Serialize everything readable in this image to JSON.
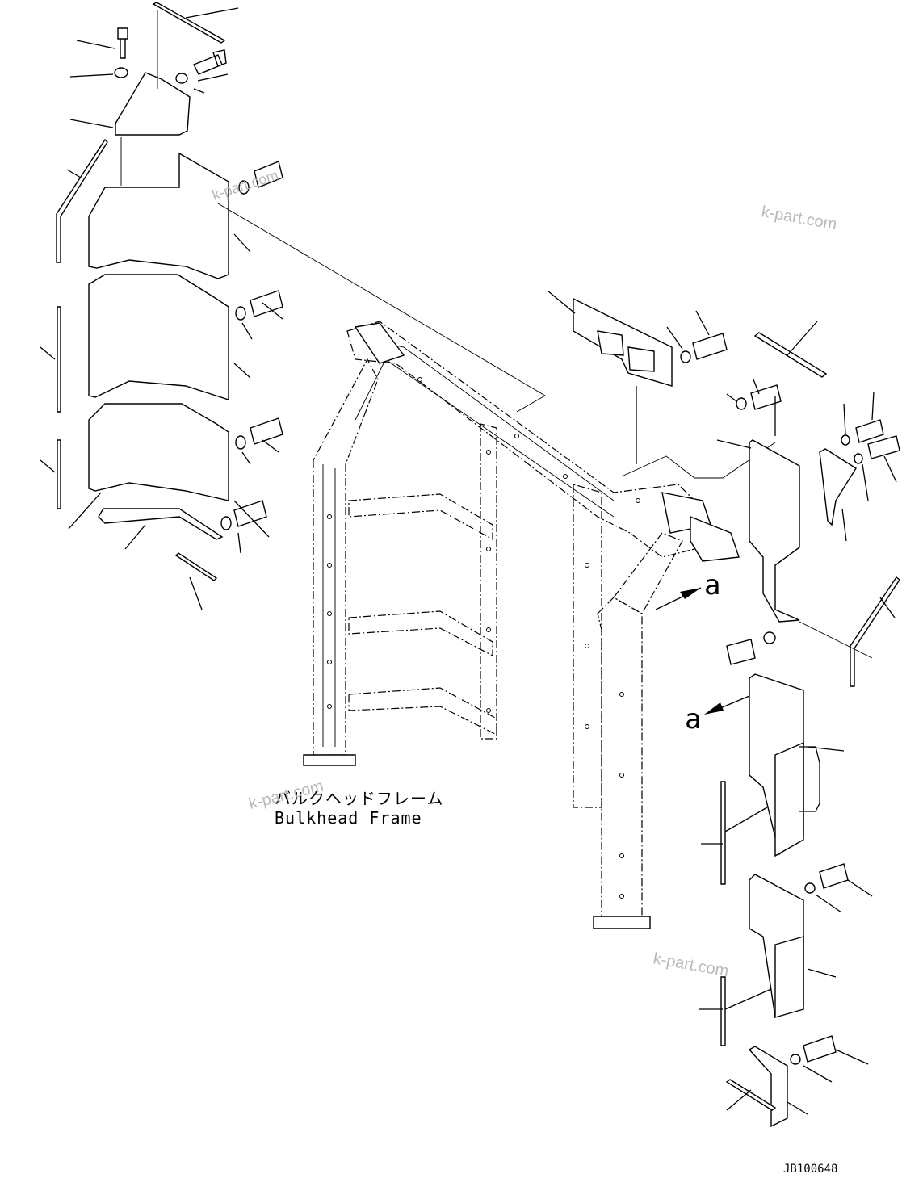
{
  "diagram": {
    "frame_label_ja": "バルクヘッドフレーム",
    "frame_label_en": "Bulkhead Frame",
    "view_marker_1": "a",
    "view_marker_2": "a",
    "drawing_number": "JB100648"
  },
  "watermarks": [
    "k-part.com",
    "k-part.com",
    "k-part.com",
    "k-part.com"
  ]
}
